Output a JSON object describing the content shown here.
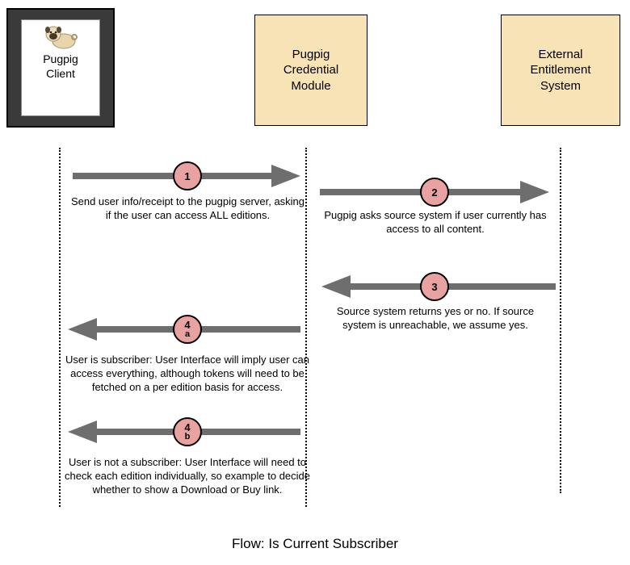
{
  "title": "Flow: Is Current Subscriber",
  "actors": {
    "client": {
      "label": "Pugpig\nClient"
    },
    "credential": {
      "label": "Pugpig\nCredential\nModule"
    },
    "external": {
      "label": "External\nEntitlement\nSystem"
    }
  },
  "icons": {
    "pug_image": "pug-dog-photo"
  },
  "messages": [
    {
      "step": "1",
      "sub": "",
      "from": "client",
      "to": "credential",
      "direction": "right",
      "text": "Send user info/receipt to the pugpig server, asking if the user can access ALL editions."
    },
    {
      "step": "2",
      "sub": "",
      "from": "credential",
      "to": "external",
      "direction": "right",
      "text": "Pugpig asks source system if user currently has access to all content."
    },
    {
      "step": "3",
      "sub": "",
      "from": "external",
      "to": "credential",
      "direction": "left",
      "text": "Source system returns yes or no. If source system is unreachable, we assume yes."
    },
    {
      "step": "4",
      "sub": "a",
      "from": "credential",
      "to": "client",
      "direction": "left",
      "text": "User is subscriber: User Interface will imply user can access everything, although tokens will need to be fetched on a per edition basis for access."
    },
    {
      "step": "4",
      "sub": "b",
      "from": "credential",
      "to": "client",
      "direction": "left",
      "text": "User is not a subscriber: User Interface will need to check each edition individually, so example to decide whether to show a Download or Buy link."
    }
  ],
  "colors": {
    "actor_box_fill": "#f7e3b5",
    "step_circle_fill": "#e9a2a2",
    "arrow": "#6e6e6e",
    "device_frame": "#3a3a3a"
  }
}
